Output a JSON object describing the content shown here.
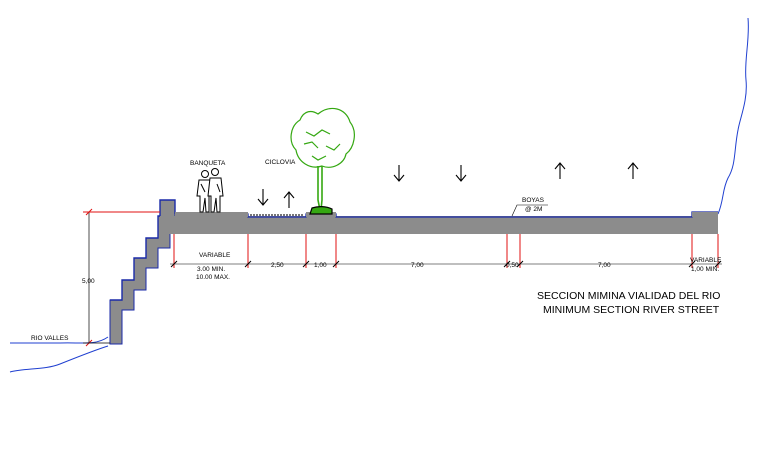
{
  "labels": {
    "banqueta": "BANQUETA",
    "ciclovia": "CICLOVIA",
    "boyas_line1": "BOYAS",
    "boyas_line2": "@ 2M",
    "rio_valles": "RIO VALLES",
    "height": "5,00"
  },
  "dimensions": {
    "variable_left": [
      "VARIABLE",
      "3.00 MIN.",
      "10.00 MAX."
    ],
    "bike_lane": "2,50",
    "planter": "1,00",
    "lane_1": "7,00",
    "median": "0,50",
    "lane_2": "7,00",
    "variable_right": [
      "VARIABLE",
      "1,00 MIN."
    ]
  },
  "caption": {
    "line1": "SECCION MIMINA VIALIDAD DEL RIO",
    "line2": "MINIMUM SECTION RIVER STREET"
  },
  "colors": {
    "concrete": "#8c8c8c",
    "water": "#1f3fd0",
    "dimension_red": "#e01010",
    "tree": "#35a812",
    "curb_blue": "#1a2aa8"
  }
}
